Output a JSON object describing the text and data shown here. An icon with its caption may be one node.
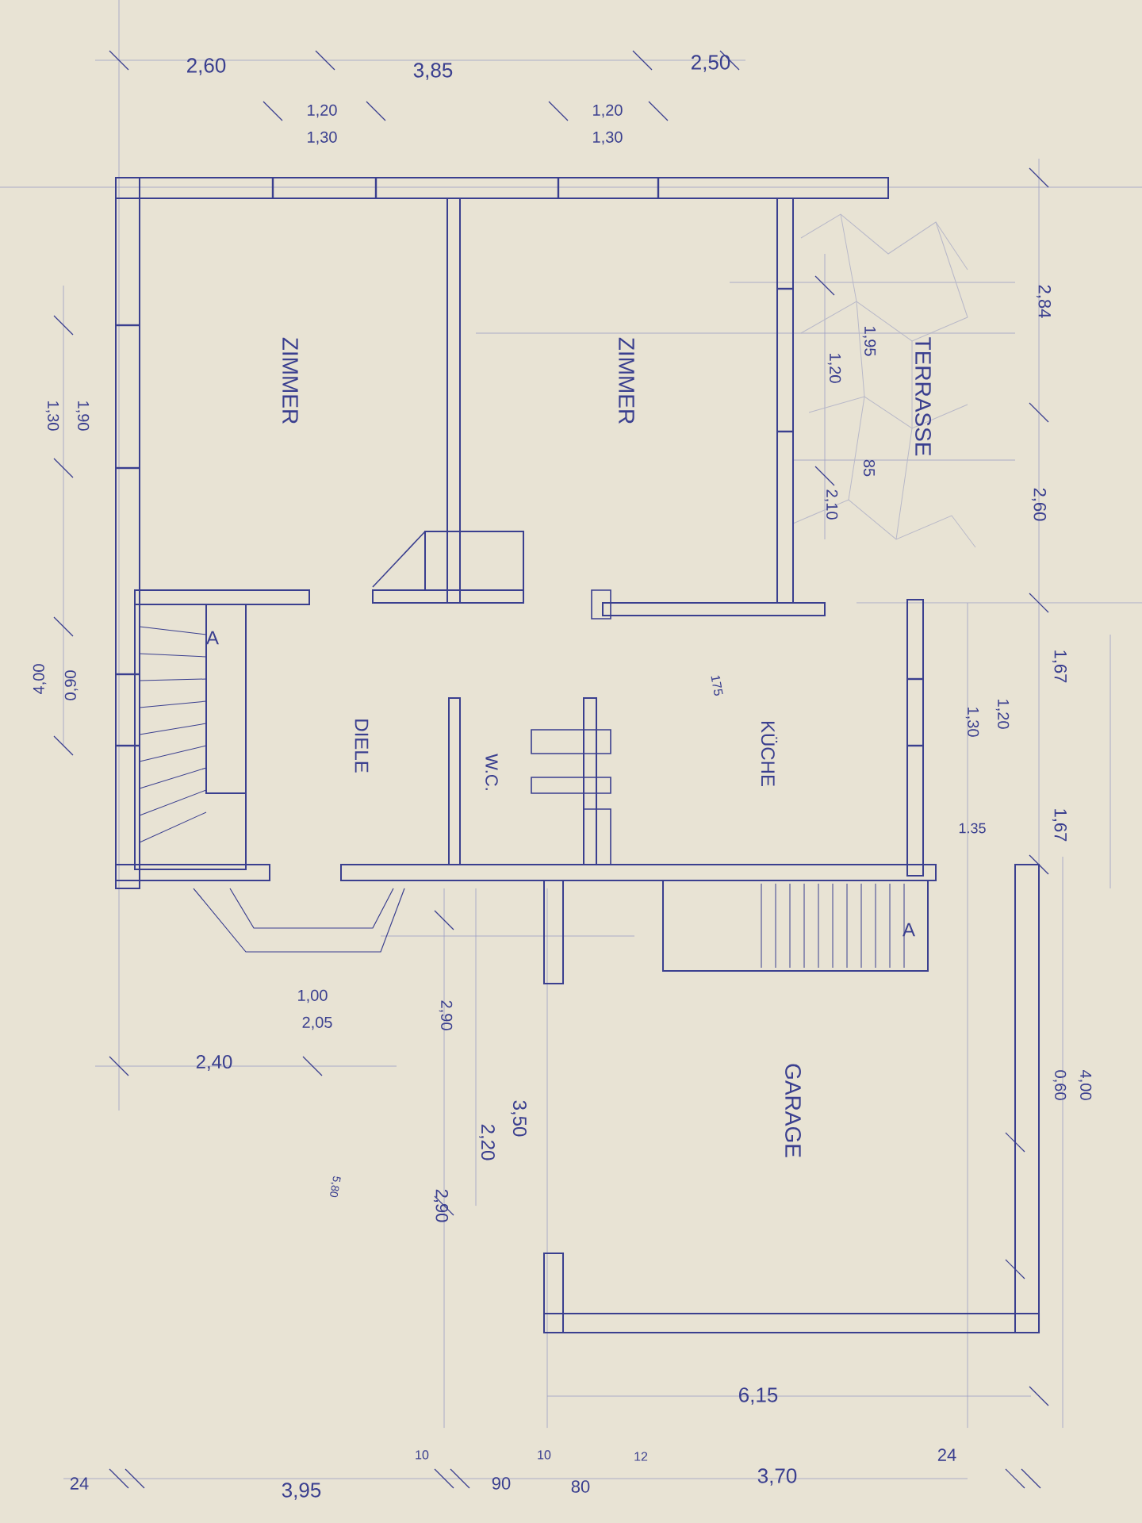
{
  "diagram": {
    "labels": [
      "2,60",
      "3,85",
      "2,50",
      "1,20",
      "1,30",
      "1,20",
      "1,30",
      "ZIMMER",
      "ZIMMER",
      "TERRASSE",
      "1,95",
      "1,20",
      "85",
      "2,10",
      "2,84",
      "2,60",
      "1,90",
      "1,30",
      "4,00",
      "0,90",
      "DIELE",
      "A",
      "KÜCHE",
      "175",
      "1,67",
      "1,67",
      "1,20",
      "1,30",
      "1.35",
      "W.C.",
      "A",
      "1,00",
      "2,05",
      "2,40",
      "2,90",
      "3,50",
      "2,20",
      "5,80",
      "2,90",
      "GARAGE",
      "4,00",
      "0,60",
      "6,15",
      "24",
      "3,95",
      "10",
      "90",
      "10",
      "80",
      "12",
      "3,70",
      "24"
    ]
  }
}
